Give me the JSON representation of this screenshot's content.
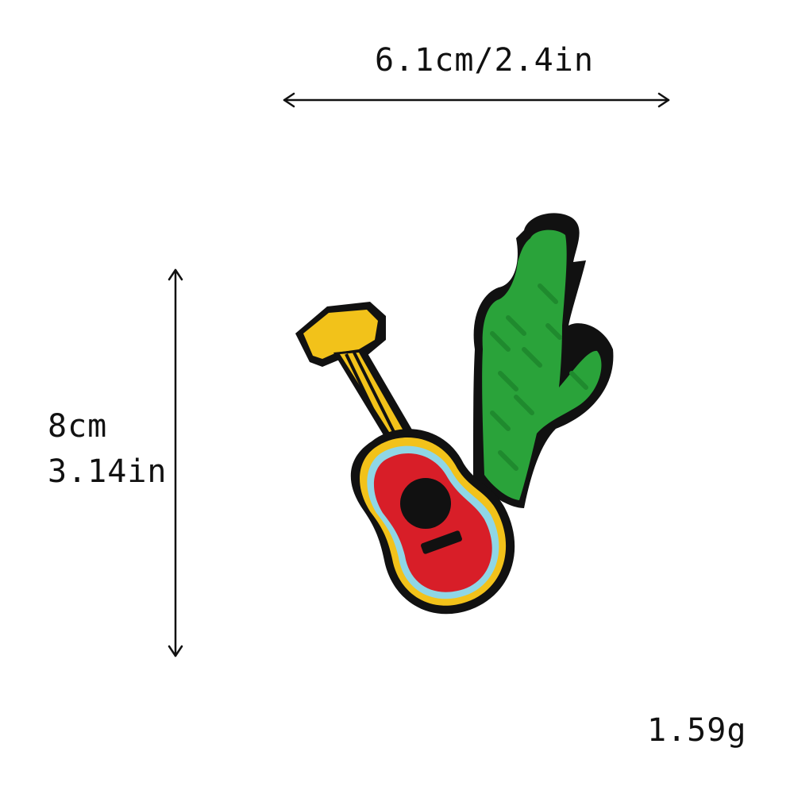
{
  "dimensions": {
    "width_label": "6.1cm/2.4in",
    "height_label_cm": "8cm",
    "height_label_in": "3.14in"
  },
  "weight_label": "1.59g",
  "product": {
    "icon": "guitar-cactus-patch",
    "colors": {
      "guitar_body": "#d81e28",
      "cactus": "#2aa33a",
      "headstock": "#f2c21a",
      "outline": "#111111",
      "ring": "#8fd6e6"
    }
  }
}
